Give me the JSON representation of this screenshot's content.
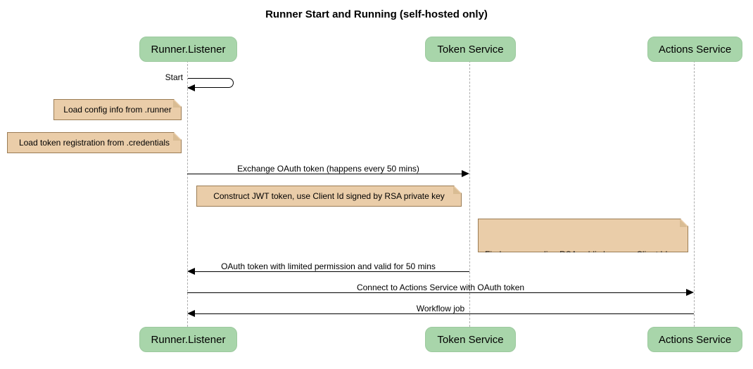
{
  "title": "Runner Start and Running (self-hosted only)",
  "participants": [
    {
      "name": "Runner.Listener"
    },
    {
      "name": "Token Service"
    },
    {
      "name": "Actions Service"
    }
  ],
  "messages": {
    "start": "Start",
    "exchange": "Exchange OAuth token (happens every 50 mins)",
    "oauth_return": "OAuth token with limited permission and valid for 50 mins",
    "connect": "Connect to Actions Service with OAuth token",
    "workflow": "Workflow job"
  },
  "notes": {
    "load_config": "Load config info from .runner",
    "load_credentials": "Load token registration from .credentials",
    "construct_jwt": "Construct JWT token, use Client Id signed by RSA private key",
    "verify_jwt": "Find corresponding RSA public key, use Client Id\nVerify JWT token's signature"
  },
  "colors": {
    "participant_fill": "#a8d5aa",
    "note_fill": "#eacda9",
    "note_border": "#9b7c54",
    "lifeline": "#adadad",
    "arrow": "#000000",
    "background": "#ffffff"
  }
}
